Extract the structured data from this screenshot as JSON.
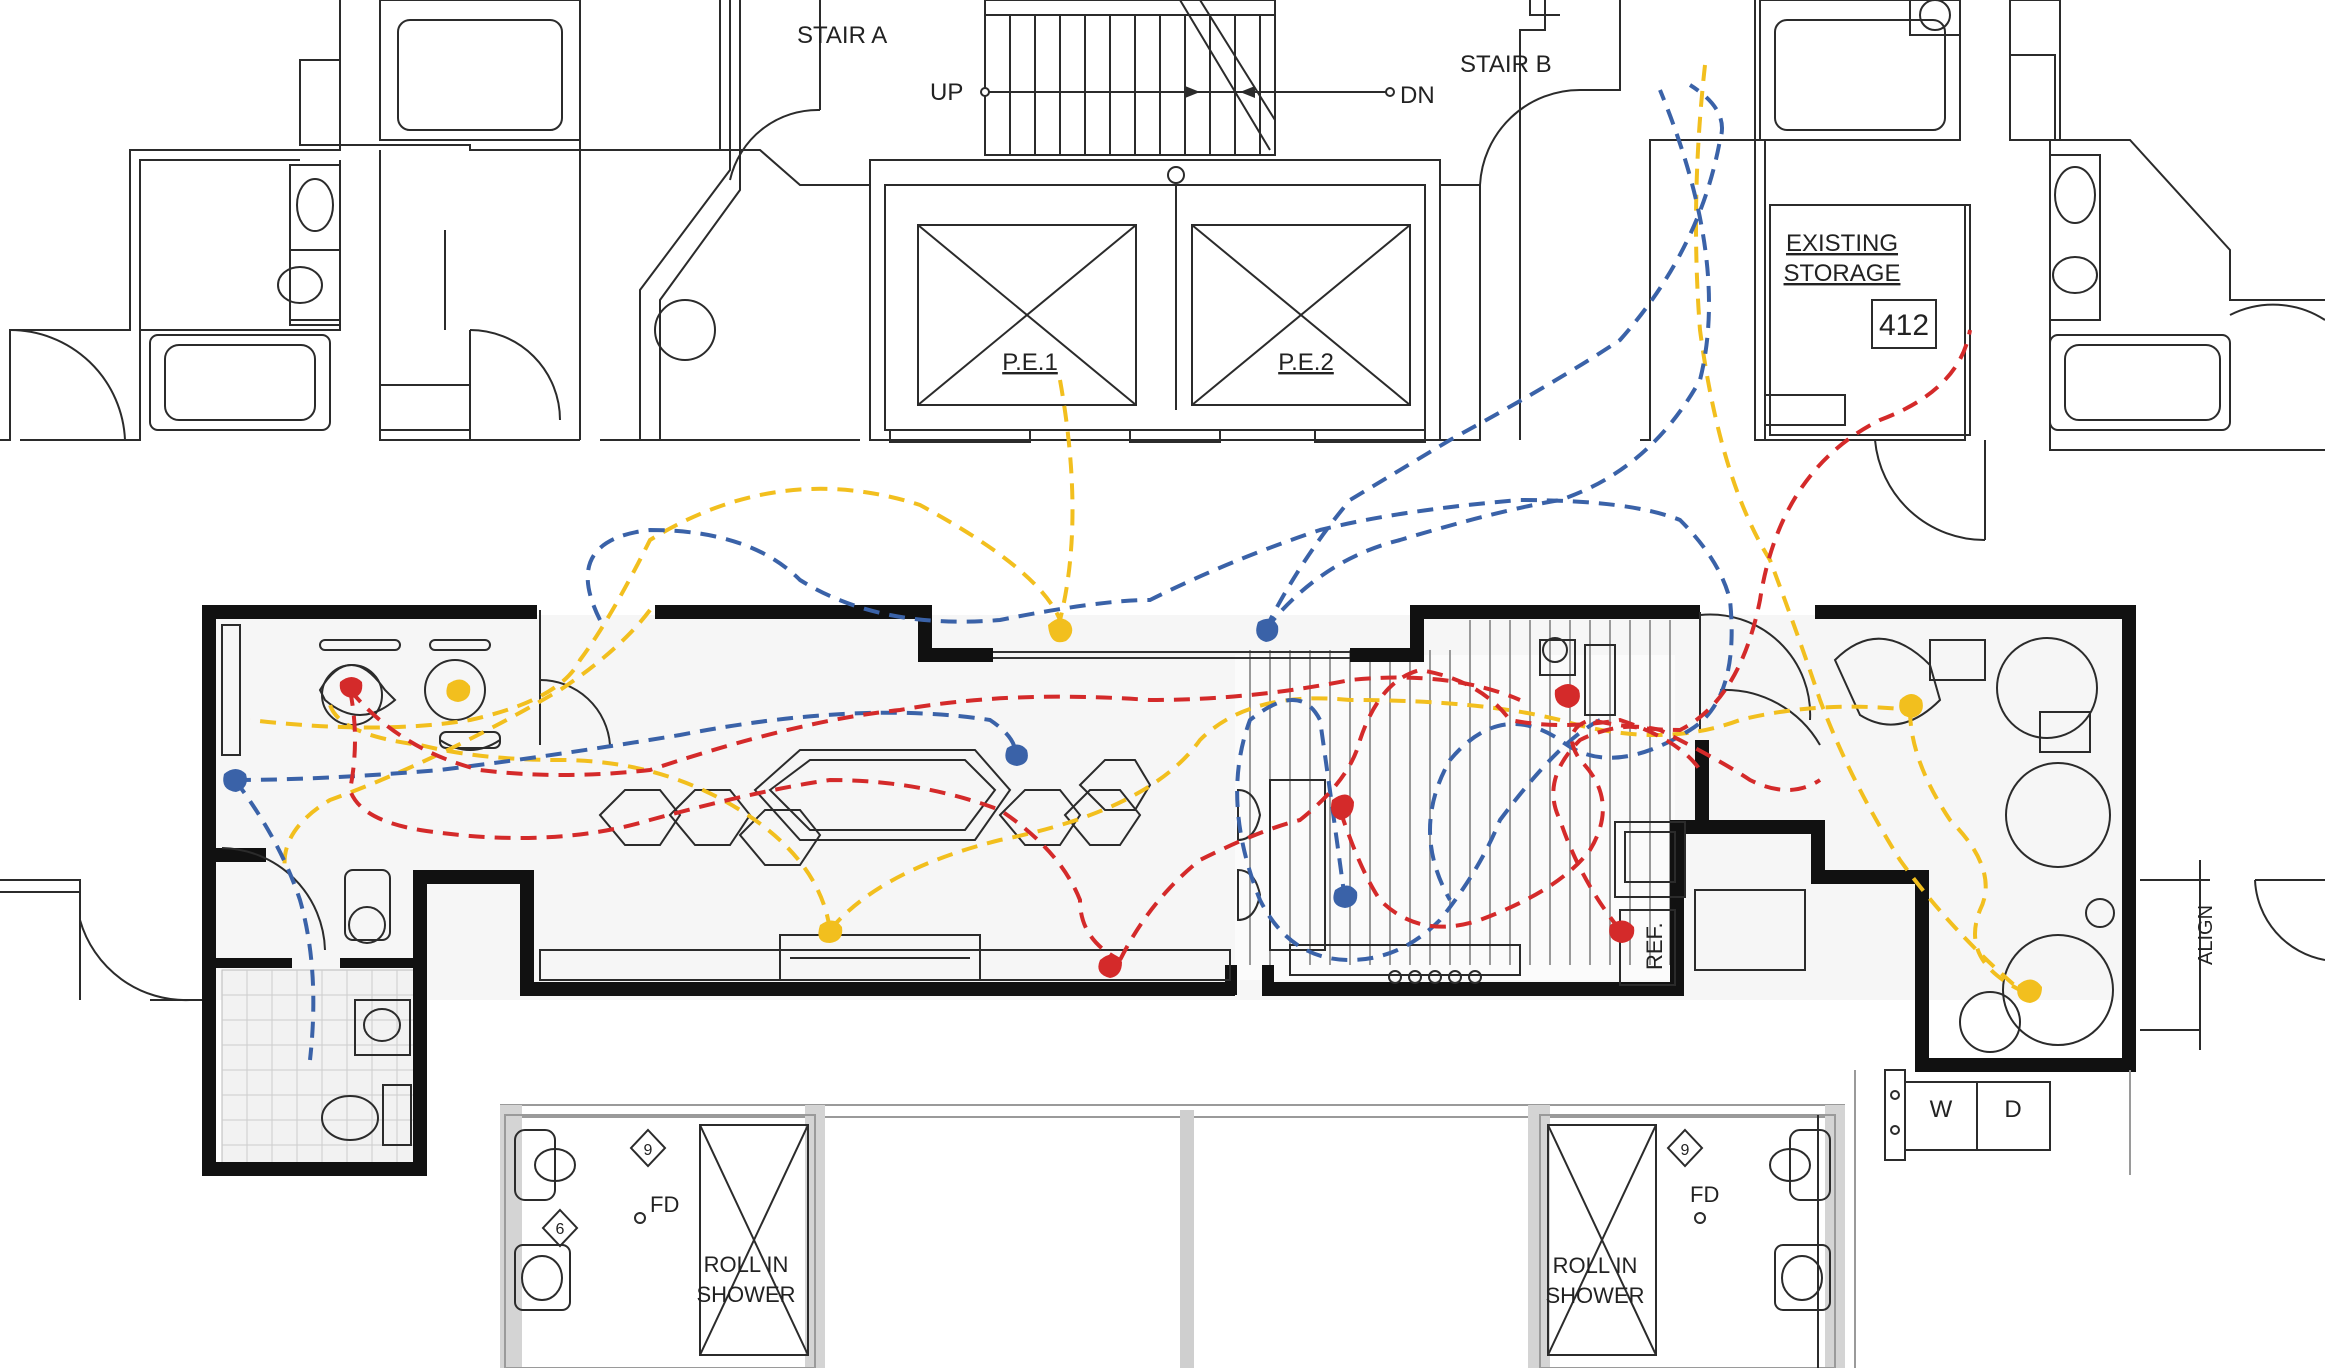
{
  "labels": {
    "stair_a": "STAIR A",
    "stair_b": "STAIR B",
    "up": "UP",
    "dn": "DN",
    "existing": "EXISTING",
    "storage": "STORAGE",
    "room_number": "412",
    "pe1": "P.E.1",
    "pe2": "P.E.2",
    "ref": "REF.",
    "align": "ALIGN",
    "w": "W",
    "d": "D",
    "fd_left": "FD",
    "fd_right": "FD",
    "roll_in_left": "ROLL IN",
    "shower_left": "SHOWER",
    "roll_in_right": "ROLL IN",
    "shower_right": "SHOWER",
    "tag_9_left": "9",
    "tag_6_left": "6",
    "tag_9_right": "9"
  },
  "colors": {
    "red_path": "#d42a2a",
    "blue_path": "#3a62a8",
    "yellow_path": "#f2bf1e",
    "walls": "#111111",
    "linework": "#2b2b2b"
  }
}
